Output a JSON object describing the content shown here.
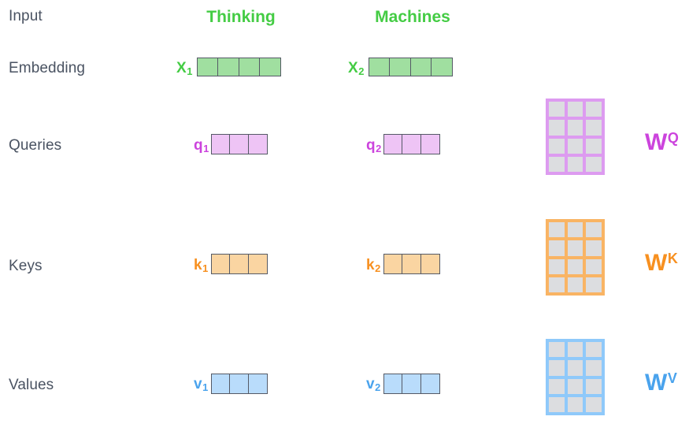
{
  "diagram": {
    "title": "self-attention-query-key-value-computation",
    "columns": [
      {
        "key": "input",
        "label": "Input"
      },
      {
        "key": "token1",
        "label": "Thinking"
      },
      {
        "key": "token2",
        "label": "Machines"
      }
    ],
    "rows": [
      {
        "key": "embedding",
        "label": "Embedding",
        "color": "#44cc44",
        "fill": "#a0dfa0",
        "border": "#555a66",
        "cells": 4,
        "vectors": [
          {
            "base": "x",
            "sub": "1"
          },
          {
            "base": "x",
            "sub": "2"
          }
        ],
        "matrix": null
      },
      {
        "key": "queries",
        "label": "Queries",
        "color": "#cc44dd",
        "fill": "#eec4f5",
        "border": "#555a66",
        "cells": 3,
        "vectors": [
          {
            "base": "q",
            "sub": "1"
          },
          {
            "base": "q",
            "sub": "2"
          }
        ],
        "matrix": {
          "label_base": "W",
          "label_sup": "Q",
          "rows": 4,
          "cols": 3,
          "line_color": "#dd9bf0",
          "cell_color": "#dcdde0"
        }
      },
      {
        "key": "keys",
        "label": "Keys",
        "color": "#f79020",
        "fill": "#fad5a2",
        "border": "#555a66",
        "cells": 3,
        "vectors": [
          {
            "base": "k",
            "sub": "1"
          },
          {
            "base": "k",
            "sub": "2"
          }
        ],
        "matrix": {
          "label_base": "W",
          "label_sup": "K",
          "rows": 4,
          "cols": 3,
          "line_color": "#f9b464",
          "cell_color": "#dcdde0"
        }
      },
      {
        "key": "values",
        "label": "Values",
        "color": "#4aa3ed",
        "fill": "#b9dcfb",
        "border": "#555a66",
        "cells": 3,
        "vectors": [
          {
            "base": "v",
            "sub": "1"
          },
          {
            "base": "v",
            "sub": "2"
          }
        ],
        "matrix": {
          "label_base": "W",
          "label_sup": "V",
          "rows": 4,
          "cols": 3,
          "line_color": "#8fc9fa",
          "cell_color": "#dcdde0"
        }
      }
    ],
    "palette": {
      "label_text": "#4a5362",
      "header_green": "#44cc44",
      "query_purple": "#cc44dd",
      "key_orange": "#f79020",
      "value_blue": "#4aa3ed",
      "background": "#ffffff"
    }
  }
}
